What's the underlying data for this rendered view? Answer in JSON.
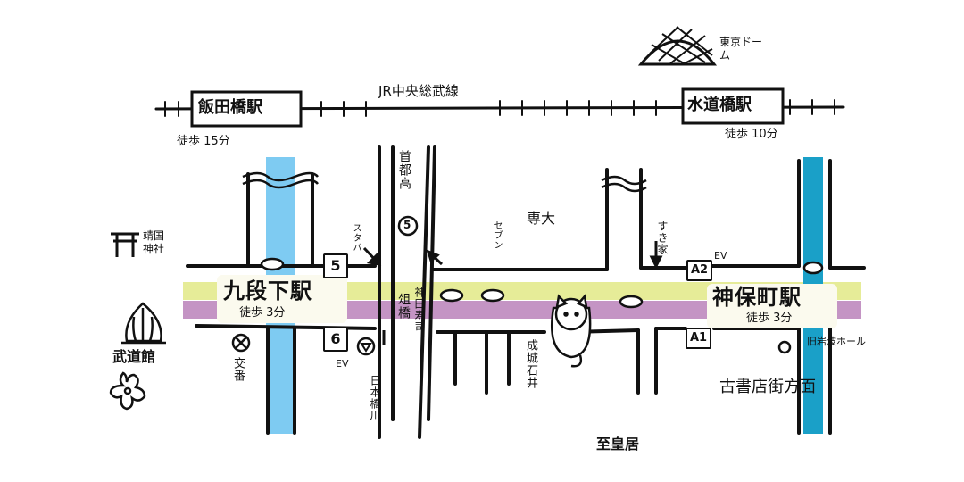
{
  "colors": {
    "jr_line": "#111111",
    "shinjuku_line": "#e6ec98",
    "hanzomon_line": "#c494c4",
    "tozai_line": "#7ecbf2",
    "mita_line": "#1aa0c8",
    "station_box_fill": "#fbfaee",
    "ink": "#111111"
  },
  "rail": {
    "line_label": "JR中央総武線",
    "iidabashi": {
      "name": "飯田橋駅",
      "walk": "徒歩 15分"
    },
    "suidobashi": {
      "name": "水道橋駅",
      "walk": "徒歩 10分"
    }
  },
  "landmarks": {
    "tokyo_dome": "東京ドーム",
    "yasukuni": "靖国神社",
    "budokan": "武道館",
    "senshu": "専大",
    "seven": "セブン",
    "sukiya": "すき家",
    "sutaba": "スタバ",
    "koban": "交番",
    "iwanami": "旧岩波ホール",
    "kosho": "古書店街方面",
    "kokyo": "至皇居",
    "nihonbashigawa": "日本橋川",
    "shutoko": "首都高",
    "shutoko_no": "5",
    "kanda_sushi": "神田寿司",
    "kumi_ato": "俎橋",
    "station_ev_west": "EV",
    "station_ev_east": "EV"
  },
  "stations": {
    "kudanshita": {
      "name": "九段下駅",
      "walk": "徒歩 3分"
    },
    "jimbocho": {
      "name": "神保町駅",
      "walk": "徒歩 3分"
    }
  },
  "exits": {
    "k5": "5",
    "k6": "6",
    "a1": "A1",
    "a2": "A2"
  }
}
